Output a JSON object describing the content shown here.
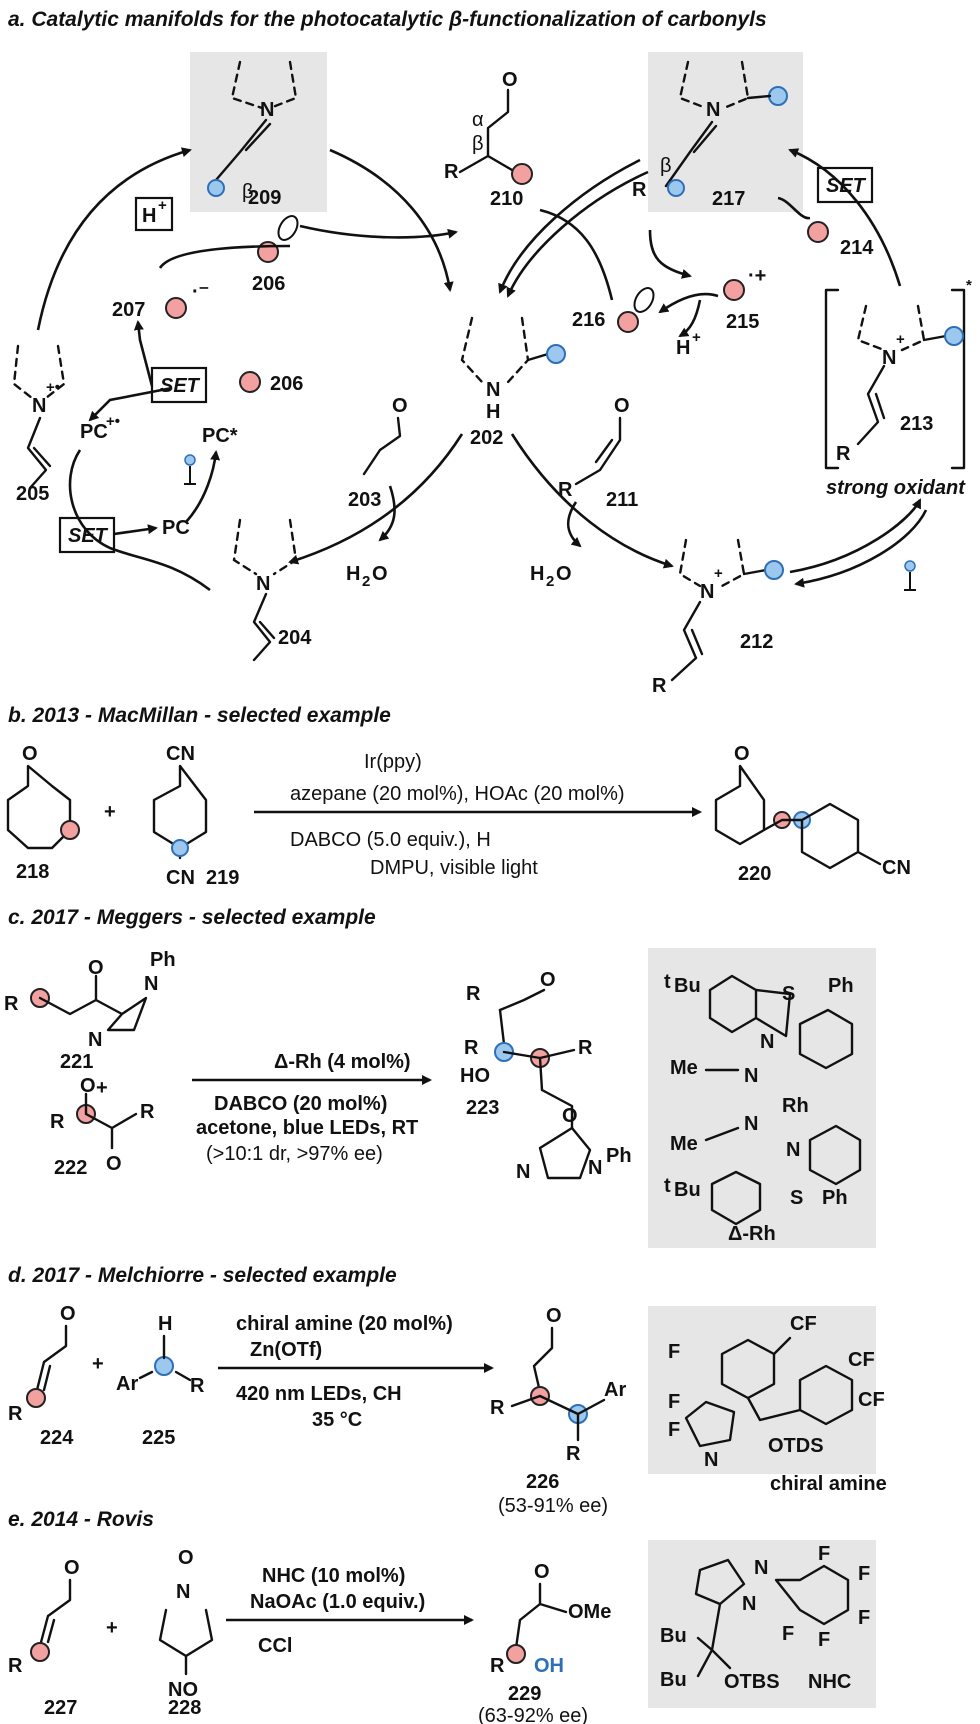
{
  "sections": {
    "a": "a. Catalytic manifolds for the photocatalytic β-functionalization of carbonyls",
    "b": "b. 2013 - MacMillan - selected example",
    "c": "c. 2017 - Meggers - selected example",
    "d": "d. 2017 - Melchiorre  - selected example",
    "e": "e. 2014 - Rovis"
  },
  "compounds": {
    "c202": "202",
    "c203": "203",
    "c204": "204",
    "c205": "205",
    "c206a": "206",
    "c206b": "206",
    "c207": "207",
    "c209": "209",
    "c210": "210",
    "c211": "211",
    "c212": "212",
    "c213": "213",
    "c214": "214",
    "c215": "215",
    "c216": "216",
    "c217": "217",
    "c218": "218",
    "c219": "219",
    "c220": "220",
    "c221": "221",
    "c222": "222",
    "c223": "223",
    "c224": "224",
    "c225": "225",
    "c226": "226",
    "c227": "227",
    "c228": "228",
    "c229": "229"
  },
  "labels": {
    "set": "SET",
    "h_plus": "H",
    "pc": "PC",
    "pc_star": "PC*",
    "pc_radical_cation": "PC",
    "water": "H",
    "strong_oxidant": "strong oxidant",
    "r": "R",
    "alpha": "α",
    "beta": "β",
    "n": "N",
    "nh": "H",
    "o": "O",
    "cn": "CN",
    "delta_rh": "Δ-Rh",
    "chiral_amine": "chiral amine",
    "nhc": "NHC",
    "ome": "OMe",
    "oh": "OH",
    "otds": "OTDS",
    "otbs": "OTBS",
    "bu": "Bu",
    "ar": "Ar",
    "ph": "Ph",
    "me": "Me",
    "rh": "Rh",
    "s": "S",
    "ho": "HO",
    "no2": "NO",
    "cf3": "CF",
    "f3c": "F",
    "f": "F"
  },
  "conditions": {
    "b1": "Ir(ppy)",
    "b2": "azepane (20 mol%), HOAc (20 mol%)",
    "b3": "DABCO (5.0 equiv.), H",
    "b4": "DMPU, visible light",
    "c1": "Δ-Rh (4 mol%)",
    "c2": "DABCO (20 mol%)",
    "c3": "acetone, blue LEDs, RT",
    "c4": "(>10:1 dr, >97% ee)",
    "d1": "chiral amine (20 mol%)",
    "d2": "Zn(OTf)",
    "d3": "420 nm LEDs, CH",
    "d4": "35 °C",
    "d5": "(53-91% ee)",
    "e1": "NHC (10 mol%)",
    "e2": "NaOAc (1.0 equiv.)",
    "e3": "CCl",
    "e4": "(63-92% ee)"
  },
  "colors": {
    "red_site": "#f2a0a0",
    "blue_site": "#9cc8ee",
    "panel": "#e6e6e6"
  }
}
